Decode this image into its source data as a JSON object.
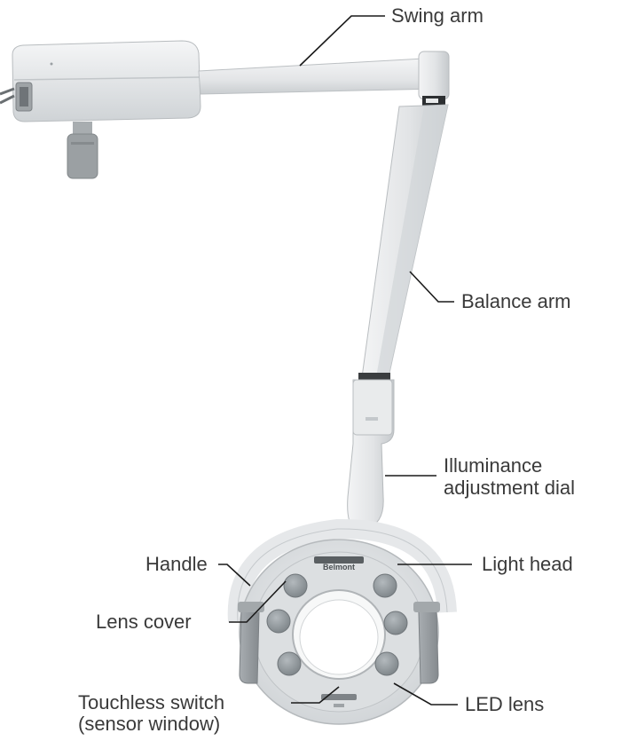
{
  "labels": {
    "swing_arm": "Swing arm",
    "balance_arm": "Balance arm",
    "illuminance_line1": "Illuminance",
    "illuminance_line2": "adjustment dial",
    "handle": "Handle",
    "light_head": "Light head",
    "lens_cover": "Lens cover",
    "touchless_line1": "Touchless switch",
    "touchless_line2": "(sensor window)",
    "led_lens": "LED lens"
  },
  "brand_mark": "Belmont",
  "colors": {
    "body_light": "#eef0f1",
    "body_mid": "#d9dcde",
    "body_shadow": "#b9bdc0",
    "handle_gray": "#9a9fa3",
    "lens_gray": "#8d9498",
    "leader_line": "#1a1a1a",
    "text": "#3a3a3a"
  }
}
